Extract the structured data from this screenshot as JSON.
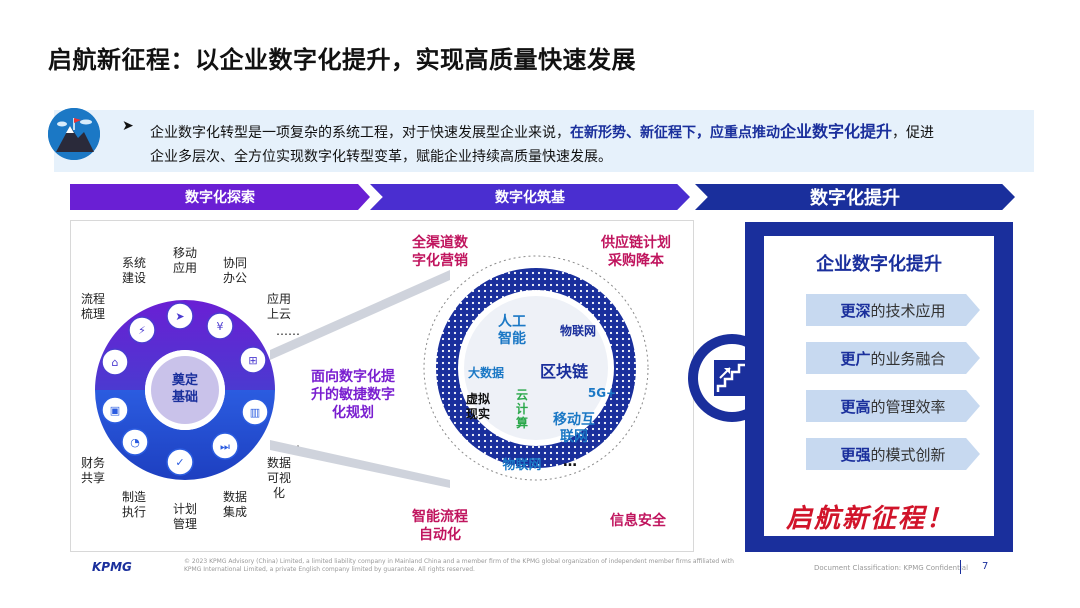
{
  "title": "启航新征程：以企业数字化提升，实现高质量快速发展",
  "intro": {
    "bullet": "➤",
    "line1_a": "企业数字化转型是一项复杂的系统工程，对于快速发展型企业来说，",
    "line1_b": "在新形势、新征程下，应重点推动",
    "line1_c": "企业数字化提升",
    "line1_d": "，促进",
    "line2": "企业多层次、全方位实现数字化转型变革，赋能企业持续高质量快速发展。"
  },
  "stages": [
    "数字化探索",
    "数字化筑基",
    "数字化提升"
  ],
  "left_wheel": {
    "center": "奠定\n基础",
    "labels": [
      {
        "text": "系统\n建设"
      },
      {
        "text": "移动\n应用"
      },
      {
        "text": "协同\n办公"
      },
      {
        "text": "流程\n梳理"
      },
      {
        "text": "应用\n上云"
      },
      {
        "text": "……"
      },
      {
        "text": "……"
      },
      {
        "text": "财务\n共享"
      },
      {
        "text": "数据\n可视\n化"
      },
      {
        "text": "制造\n执行"
      },
      {
        "text": "计划\n管理"
      },
      {
        "text": "数据\n集成"
      }
    ]
  },
  "middle_text": "面向数字化提\n升的敏捷数字\n化规划",
  "ring_labels": {
    "tl": "全渠道数\n字化营销",
    "tr": "供应链计划\n采购降本",
    "bl": "智能流程\n自动化",
    "br": "信息安全"
  },
  "tech": [
    "人工\n智能",
    "物联网",
    "大数据",
    "区块链",
    "5G+",
    "虚拟\n现实",
    "云\n计\n算",
    "移动互\n联网",
    "物联网",
    "…"
  ],
  "right": {
    "title": "企业数字化提升",
    "items": [
      {
        "strong": "更深",
        "rest": "的技术应用"
      },
      {
        "strong": "更广",
        "rest": "的业务融合"
      },
      {
        "strong": "更高",
        "rest": "的管理效率"
      },
      {
        "strong": "更强",
        "rest": "的模式创新"
      }
    ],
    "slogan": "启航新征程！"
  },
  "footer": {
    "logo": "KPMG",
    "note": "© 2023 KPMG Advisory (China) Limited, a limited liability company in Mainland China and a member firm of the KPMG global organization of independent member firms affiliated with KPMG International Limited, a private English company limited by guarantee. All rights reserved.",
    "classification": "Document Classification: KPMG Confidential",
    "page": "7"
  },
  "colors": {
    "brand": "#1a2f9c",
    "purple": "#6a1fd4",
    "red": "#d1142a",
    "light_blue": "#e6f1fb"
  }
}
